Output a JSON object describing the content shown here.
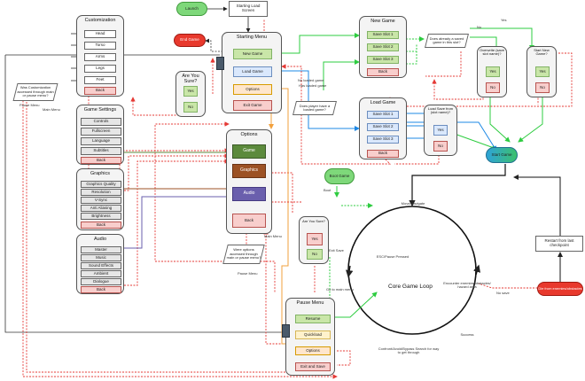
{
  "colors": {
    "panel_bg": "#f4f4f4",
    "green_arrow": "#2ecc40",
    "red_dashed": "#e53935",
    "blue_arrow": "#1e88e5",
    "orange_arrow": "#f2a03d",
    "purple_arrow": "#6a5fad",
    "brown_arrow": "#9c5224",
    "darkgreen_arrow": "#5c8a3c"
  },
  "top": {
    "launch": "Launch",
    "starting_load_screen": "Starting Load Screen",
    "end_game": "End Game"
  },
  "customization": {
    "title": "Customization",
    "items": [
      "Head",
      "Torso",
      "Arms",
      "Legs",
      "Feet"
    ],
    "back": "Back"
  },
  "game_settings": {
    "title": "Game Settings",
    "items": [
      "Controls",
      "Fullscreen",
      "Language",
      "Subtitles"
    ],
    "back": "Back"
  },
  "graphics_panel": {
    "title": "Graphics",
    "items": [
      "Graphics Quality",
      "Resolution",
      "V-Sync",
      "Anti Aliasing",
      "Brightness"
    ],
    "back": "Back"
  },
  "audio_panel": {
    "title": "Audio",
    "items": [
      "Master",
      "Music",
      "Sound Effects",
      "Ambient",
      "Dialogue"
    ],
    "back": "Back"
  },
  "confirm_end": {
    "title": "Are You Sure?",
    "yes": "Yes",
    "no": "No"
  },
  "starting_menu": {
    "title": "Starting Menu",
    "items": [
      "New Game",
      "Load Game",
      "Options",
      "Exit Game"
    ]
  },
  "options_panel": {
    "title": "Options",
    "game": "Game",
    "graphics": "Graphics",
    "audio": "Audio",
    "back": "Back"
  },
  "new_game": {
    "title": "New Game",
    "slots": [
      "Save Slot 1",
      "Save Slot 2",
      "Save Slot 3"
    ],
    "back": "Back"
  },
  "load_game": {
    "title": "Load Game",
    "slots": [
      "Save Slot 1",
      "Save Slot 2",
      "Save Slot 3"
    ],
    "back": "Back"
  },
  "load_save": {
    "title": "Load Save from (slot name)?",
    "yes": "Yes",
    "no": "No"
  },
  "overwrite": {
    "title": "Overwrite (save slot name)?",
    "yes": "Yes",
    "no": "No"
  },
  "start_new": {
    "title": "Start New Game?",
    "yes": "Yes",
    "no": "No"
  },
  "start_game": "Start Game",
  "quit_confirm": {
    "title": "Are You Sure?",
    "yes": "Yes",
    "no": "No"
  },
  "boot_game": "Boot Game",
  "pause_menu": {
    "title": "Pause Menu",
    "items": [
      "Resume",
      "Quickload",
      "Options",
      "Exit and Save"
    ]
  },
  "core_loop": {
    "title": "Core Game Loop",
    "move": "Move/Navigate",
    "paused": "ESC/Pause Pressed",
    "encounter": "Encounter enemies/obstacles/ hazard area",
    "success": "Success",
    "confront": "Confront/Avoid/Bypass Search for way to get through",
    "die": "Die from enemies/obstacles",
    "restart": "Restart from last checkpoint"
  },
  "decisions": {
    "was_customization": "Was Customization accessed through main or pause menu?",
    "is_there_save": "Does player have a loaded game?",
    "exists_save": "Does already a saved game in this slot?",
    "was_options": "Were options accessed through main or pause menu?"
  },
  "edge_labels": {
    "no_loaded": "No loaded game",
    "yes": "Yes",
    "no": "No",
    "pause_menu": "Pause Menu",
    "main_menu": "Main Menu",
    "main_menu2": "Main Menu",
    "pause_menu2": "Pause Menu",
    "go_main": "Go to main menu",
    "to_main": "Exit Save",
    "has_save": "Has loaded game",
    "no_save": "No save",
    "to_boot": "Boot"
  }
}
